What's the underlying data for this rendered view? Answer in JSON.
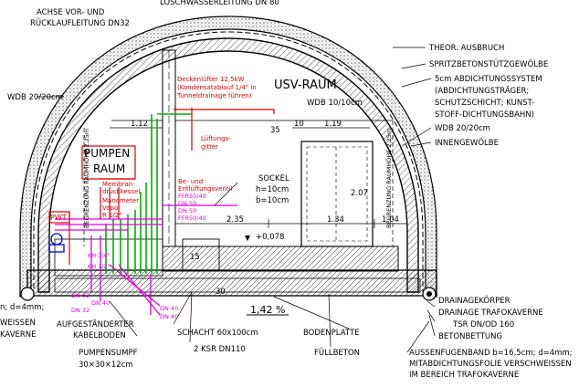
{
  "top": {
    "axis_label_1": "ACHSE VOR- UND",
    "axis_label_2": "RÜCKLAUFLEITUNG DN32",
    "water_line": "LÖSCHWASSERLEITUNG DN 80"
  },
  "left_labels": {
    "wdb_left": "WDB 20/20cm",
    "cut_1": "n; d=4mm;",
    "cut_2": "WEISSEN",
    "cut_3": "KAVERNE"
  },
  "right_labels": {
    "ausbruch": "THEOR. AUSBRUCH",
    "spritzbeton": "SPRITZBETONSTÜTZGEWÖLBE",
    "abdichtung_1": "5cm ABDICHTUNGSSYSTEM",
    "abdichtung_2": "(ABDICHTUNGSTRÄGER;",
    "abdichtung_3": "SCHUTZSCHICHT; KUNST-",
    "abdichtung_4": "STOFF-DICHTUNGSBAHN)",
    "wdb_right": "WDB 20/20cm",
    "innengewoelbe": "INNENGEWÖLBE"
  },
  "rooms": {
    "usv": "USV-RAUM",
    "pumpen_1": "PUMPEN",
    "pumpen_2": "RAUM"
  },
  "center_labels": {
    "wdb_10": "WDB 10/10cm",
    "sockel_1": "SOCKEL",
    "sockel_2": "h=10cm",
    "sockel_3": "b=10cm",
    "level": "+0,078",
    "slope": "1,42 %",
    "dim_112": "1.12",
    "dim_119": "1.19",
    "dim_10": "10",
    "dim_35": "35",
    "dim_235": "2.35",
    "dim_134": "1.34",
    "dim_104": "1.04",
    "dim_207": "2.07",
    "dim_30": "30",
    "dim_15": "15",
    "begrenzung_right": "BEGRENZUNG RAUMHÖHE 2,25m",
    "begrenzung_left": "BEGRENZUNG RAUMHÖHE 2,25m"
  },
  "red_notes": {
    "decken_1": "Deckenlüfter 12,5kW",
    "decken_2": "(Kondensatablauf 1/4\" in",
    "decken_3": "Tunneldrainage führen)",
    "lueftung_1": "Lüftungs-",
    "lueftung_2": "gitter",
    "membran_1": "Membran-",
    "membran_2": "druckkessel",
    "manometer_1": "Manometer",
    "manometer_2": "Vapol",
    "manometer_3": "R 1/2\"",
    "be_1": "Be- und",
    "be_2": "Entlüftungsventil",
    "pwt": "PWT"
  },
  "magenta_notes": {
    "ffr_1": "FFR50/40",
    "ffr_2": "FFR50/40",
    "dn50_a": "DN 50",
    "dn50_b": "DN 50",
    "dn40_a": "DN 40",
    "dn40_b": "DN 40",
    "dn40_c": "DN 40",
    "dn32_a": "DN 32",
    "dn32_b": "DN 32",
    "kh_1": "KH 3/4\"",
    "kh_2": "KH 1/2\""
  },
  "bottom_labels": {
    "aufgestaendert_1": "AUFGESTÄNDERTER",
    "aufgestaendert_2": "KABELBODEN",
    "pumpensumpf_1": "PUMPENSUMPF",
    "pumpensumpf_2": "30×30×12cm",
    "schacht": "SCHACHT 60x100cm",
    "ksr": "2 KSR DN110",
    "bodenplatte": "BODENPLATTE",
    "fuellbeton": "FÜLLBETON",
    "drainage_1": "DRAINAGEKÖRPER",
    "drainage_2": "DRAINAGE TRAFOKAVERNE",
    "drainage_3": "TSR DN/OD 160",
    "drainage_4": "BETONBETTUNG",
    "aussen_1": "AUSSENFUGENBAND b=16,5cm; d=4mm;",
    "aussen_2": "MITABDICHTUNGSFOLIE VERSCHWEISSEN",
    "aussen_3": "IM BEREICH TRAFOKAVERNE"
  },
  "colors": {
    "line": "#000000",
    "red": "#e00000",
    "green": "#00b000",
    "magenta": "#e000e0",
    "blue": "#0000e0"
  }
}
